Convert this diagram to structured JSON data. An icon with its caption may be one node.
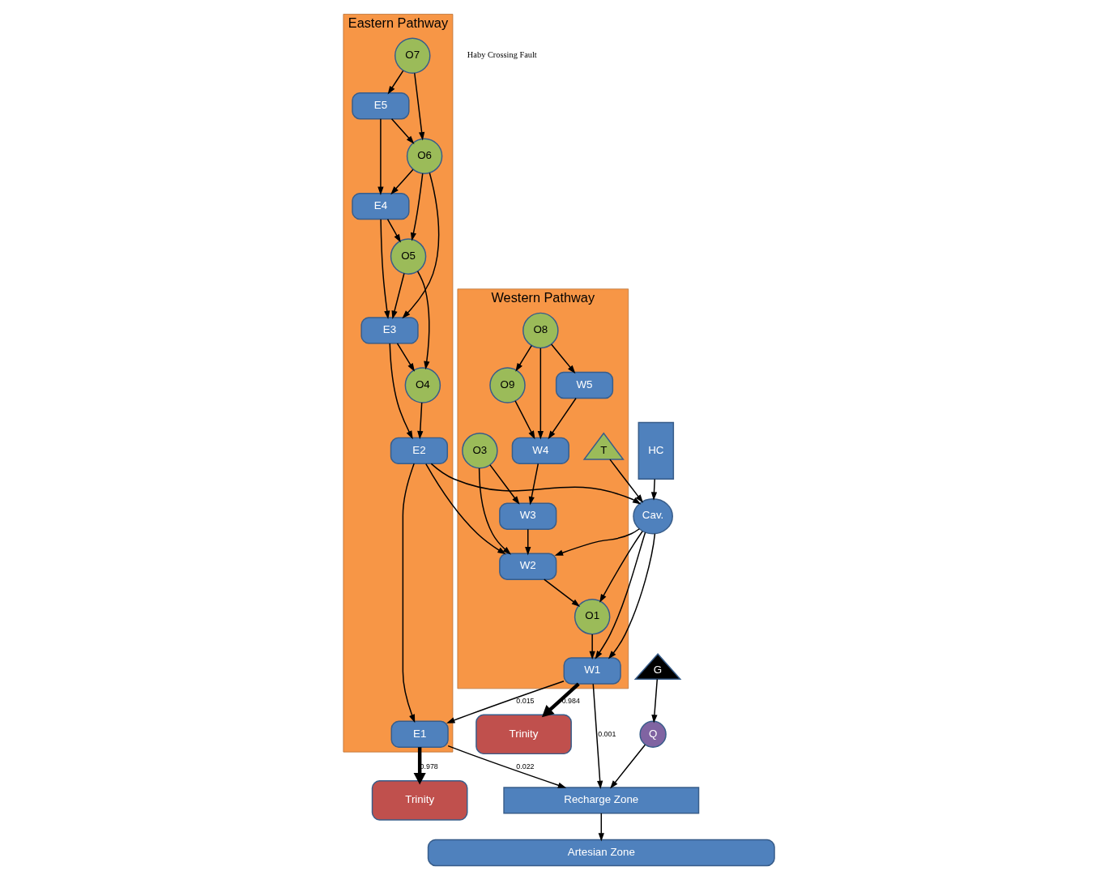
{
  "diagram": {
    "nodes": [
      {
        "text": [
          "Western Pathway"
        ]
      },
      {
        "text": [
          "O8"
        ],
        "in": 0
      },
      {
        "text": [
          "W5"
        ],
        "in": 0
      },
      {
        "text": [
          "O9"
        ],
        "in": 0
      },
      {
        "text": [
          "W4"
        ],
        "in": 0
      },
      {
        "text": [
          "O3"
        ],
        "in": 0
      },
      {
        "text": [
          "W3"
        ],
        "in": 0
      },
      {
        "text": [
          "W2"
        ],
        "in": 0
      },
      {
        "text": [
          "T"
        ],
        "in": 0
      },
      {
        "text": [
          "O1"
        ],
        "in": 0
      },
      {
        "text": [
          "W1"
        ],
        "in": 0
      },
      {
        "text": [
          "Eastern Pathway"
        ]
      },
      {
        "text": [
          "E5"
        ],
        "in": 11
      },
      {
        "text": [
          "O7"
        ],
        "in": 11
      },
      {
        "text": [
          "E4"
        ],
        "in": 11
      },
      {
        "text": [
          "O6"
        ],
        "in": 11
      },
      {
        "text": [
          "E3"
        ],
        "in": 11
      },
      {
        "text": [
          "O5"
        ],
        "in": 11
      },
      {
        "text": [
          "E2"
        ],
        "in": 11
      },
      {
        "text": [
          "O4"
        ],
        "in": 11
      },
      {
        "text": [
          "E1"
        ],
        "in": 11
      },
      {
        "text": [
          "HC"
        ]
      },
      {
        "text": [
          "Cav."
        ]
      },
      {
        "text": [
          "G"
        ]
      },
      {
        "text": [
          "Q"
        ]
      },
      {
        "text": [
          "Trinity"
        ]
      },
      {
        "text": [
          "Recharge Zone"
        ]
      },
      {
        "text": [
          "Trinity"
        ]
      },
      {
        "text": [
          "Artesian Zone"
        ]
      }
    ],
    "edges": [
      {
        "from": 1,
        "to": 2,
        "arrow": "to"
      },
      {
        "from": 1,
        "to": 3,
        "arrow": "to"
      },
      {
        "from": 1,
        "to": 4,
        "arrow": "to"
      },
      {
        "from": 3,
        "to": 4,
        "arrow": "to"
      },
      {
        "from": 2,
        "to": 4,
        "arrow": "to"
      },
      {
        "from": 4,
        "to": 6,
        "arrow": "to"
      },
      {
        "from": 5,
        "to": 6,
        "arrow": "to"
      },
      {
        "from": 5,
        "to": 7,
        "arrow": "to"
      },
      {
        "from": 6,
        "to": 7,
        "arrow": "to"
      },
      {
        "from": 18,
        "to": 7,
        "arrow": "to"
      },
      {
        "from": 8,
        "to": 22,
        "arrow": "to"
      },
      {
        "from": 21,
        "to": 22,
        "arrow": "to"
      },
      {
        "from": 18,
        "to": 22,
        "arrow": "to"
      },
      {
        "from": 22,
        "to": 7,
        "arrow": "to"
      },
      {
        "from": 22,
        "to": 9,
        "arrow": "to"
      },
      {
        "from": 22,
        "to": 10,
        "arrow": "to"
      },
      {
        "from": 22,
        "to": 10,
        "arrow": "to"
      },
      {
        "from": 7,
        "to": 9,
        "arrow": "to"
      },
      {
        "from": 9,
        "to": 10,
        "arrow": "to"
      },
      {
        "from": 10,
        "to": 20,
        "arrow": "to",
        "label": "0.015"
      },
      {
        "from": 10,
        "to": 25,
        "arrow": "to",
        "label": "0.984",
        "style": "thick"
      },
      {
        "from": 10,
        "to": 26,
        "arrow": "to",
        "label": "0.001"
      },
      {
        "from": 23,
        "to": 24,
        "arrow": "to"
      },
      {
        "from": 24,
        "to": 26,
        "arrow": "to"
      },
      {
        "from": 20,
        "to": 26,
        "arrow": "to",
        "label": "0.022"
      },
      {
        "from": 20,
        "to": 27,
        "arrow": "to",
        "label": "0.978",
        "style": "thick"
      },
      {
        "from": 26,
        "to": 28,
        "arrow": "to"
      },
      {
        "from": 13,
        "to": 12,
        "arrow": "to"
      },
      {
        "from": 12,
        "to": 14,
        "arrow": "to"
      },
      {
        "from": 12,
        "to": 15,
        "arrow": "to"
      },
      {
        "from": 13,
        "to": 15,
        "arrow": "to"
      },
      {
        "from": 15,
        "to": 14,
        "arrow": "to"
      },
      {
        "from": 14,
        "to": 16,
        "arrow": "to"
      },
      {
        "from": 14,
        "to": 17,
        "arrow": "to"
      },
      {
        "from": 15,
        "to": 16,
        "arrow": "to"
      },
      {
        "from": 15,
        "to": 17,
        "arrow": "to"
      },
      {
        "from": 17,
        "to": 16,
        "arrow": "to"
      },
      {
        "from": 16,
        "to": 18,
        "arrow": "to"
      },
      {
        "from": 16,
        "to": 19,
        "arrow": "to"
      },
      {
        "from": 17,
        "to": 19,
        "arrow": "to"
      },
      {
        "from": 19,
        "to": 18,
        "arrow": "to"
      },
      {
        "from": 18,
        "to": 20,
        "arrow": "to"
      }
    ],
    "labels": [
      "Haby Crossing Fault"
    ]
  }
}
